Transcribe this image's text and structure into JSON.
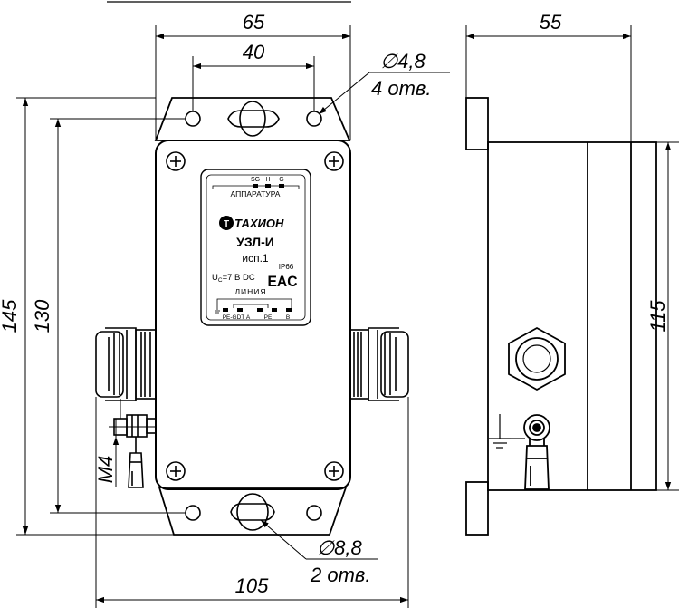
{
  "front_view": {
    "dim_width_overall": "65",
    "dim_hole_spacing": "40",
    "dim_height_overall": "145",
    "dim_height_holes": "130",
    "dim_base_width": "105",
    "hole_small_dia": "∅4,8",
    "hole_small_count": "4 отв.",
    "hole_large_dia": "∅8,8",
    "hole_large_count": "2 отв.",
    "thread_label": "M4"
  },
  "side_view": {
    "dim_depth": "55",
    "dim_body_height": "115"
  },
  "nameplate": {
    "terminals_top": [
      "SG",
      "H",
      "G"
    ],
    "apparatus_label": "АППАРАТУРА",
    "brand": "ТАХИОН",
    "model": "УЗЛ-И",
    "variant": "исп.1",
    "ip_rating": "IP66",
    "voltage_u": "U",
    "voltage_sub": "C",
    "voltage_value": "=7 В DC",
    "eac_mark": "EAC",
    "line_label": "ЛИНИЯ",
    "terminals_bottom": [
      "PE-GDT",
      "A",
      "PE",
      "B"
    ]
  }
}
